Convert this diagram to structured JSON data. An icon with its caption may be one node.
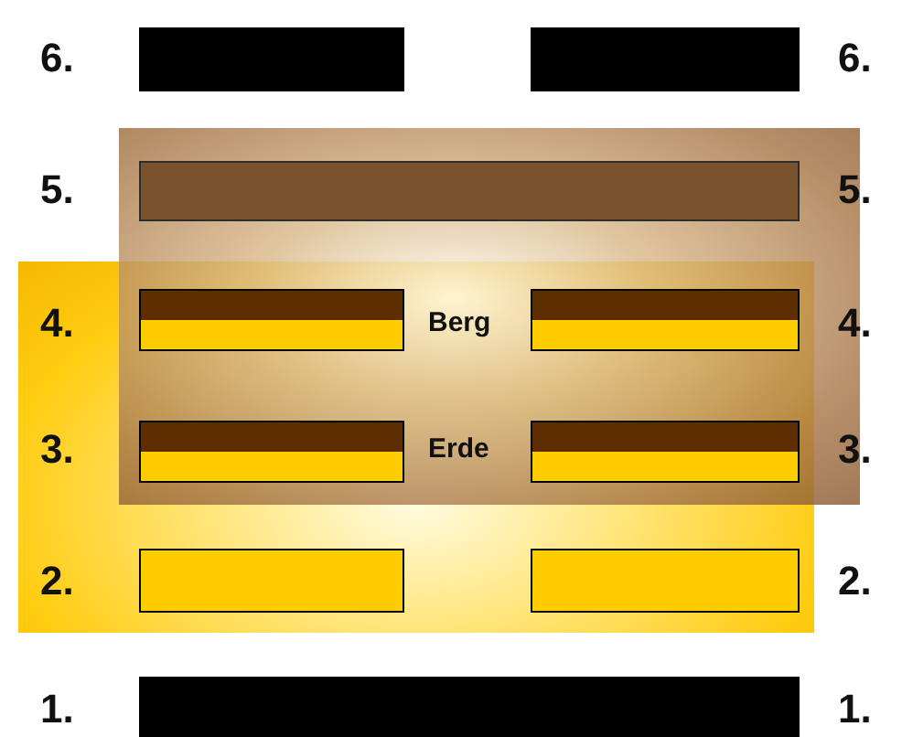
{
  "diagram": {
    "nodes": [
      {
        "text": [],
        "shape": "box"
      },
      {
        "text": [],
        "shape": "box"
      },
      {
        "text": [],
        "shape": "bar"
      },
      {
        "text": [],
        "shape": "bar"
      },
      {
        "text": [],
        "shape": "bar",
        "in": 0
      },
      {
        "text": [],
        "shape": "bar"
      },
      {
        "text": [],
        "shape": "bar"
      },
      {
        "text": [],
        "shape": "bar"
      },
      {
        "text": [],
        "shape": "bar"
      },
      {
        "text": [],
        "shape": "bar",
        "in": 1
      },
      {
        "text": [],
        "shape": "bar",
        "in": 1
      },
      {
        "text": [],
        "shape": "bar"
      }
    ],
    "labels": [
      "6.",
      "6.",
      "5.",
      "5.",
      "4.",
      "Berg",
      "4.",
      "3.",
      "Erde",
      "3.",
      "2.",
      "2.",
      "1.",
      "1."
    ]
  }
}
